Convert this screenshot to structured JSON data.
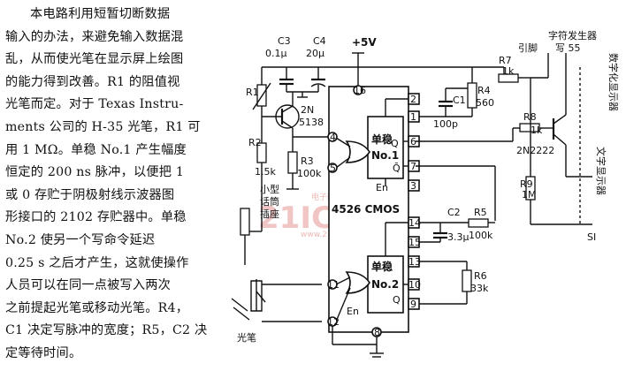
{
  "description": [
    "本电路利用短暂切断数据",
    "输入的办法，来避免输入数据混",
    "乱，从而使光笔在显示屏上绘图",
    "的能力得到改善。R1 的阻值视",
    "光笔而定。对于 Texas Instru-",
    "ments 公司的 H-35 光笔，R1 可",
    "用 1 MΩ。单稳 No.1 产生幅度",
    "恒定的 200 ns 脉冲，以便把 1",
    "或 0 存贮于阴极射线示波器图",
    "形接口的 2102 存贮器中。单稳",
    "No.2 使另一个写命令延迟",
    "0.25 s 之后才产生，这就使操作",
    "人员可以在同一点被写入两次",
    "之前提起光笔或移动光笔。R4，",
    "C1 决定写脉冲的宽度；R5，C2 决",
    "定等待时间。"
  ],
  "labels": {
    "c3": "C3",
    "c3v": "0.1μ",
    "c4": "C4",
    "c4v": "20μ",
    "vcc": "+5V",
    "r1": "R1",
    "q1": "2N",
    "q1b": "5138",
    "r2": "R2",
    "r2v": "1.5k",
    "r3": "R3",
    "r3v": "100k",
    "jack1": "小型",
    "jack2": "话筒",
    "jack3": "插座",
    "pen": "光笔",
    "ic": "4526 CMOS",
    "mono1a": "单稳",
    "mono1b": "No.1",
    "mono2a": "单稳",
    "mono2b": "No.2",
    "en1": "En",
    "en2": "En",
    "q1out": "Q",
    "q1bar": "Q̄",
    "q2out": "Q",
    "c1": "C1",
    "c1v": "100p",
    "r4": "R4",
    "r4v": "560",
    "c2": "C2",
    "c2v": "3.3μ",
    "r5": "R5",
    "r5v": "100k",
    "r6": "R6",
    "r6v": "33k",
    "r7": "R7",
    "r7v": "1k",
    "r8": "R8",
    "r8v": "1k",
    "r9": "R9",
    "r9v": "1M",
    "q2": "2N2222",
    "pin": "引脚",
    "chargen": "字符发生器",
    "write": "写 55",
    "disp1": "数字化显示器",
    "disp2": "文字显示器",
    "si": "SI",
    "p16": "16",
    "p1": "1",
    "p2": "2",
    "p3": "3",
    "p4": "4",
    "p5": "5",
    "p6": "6",
    "p7": "7",
    "p8": "8",
    "p9": "9",
    "p10": "10",
    "p11": "11",
    "p12": "12",
    "p13": "13",
    "p14": "14",
    "p15": "15"
  },
  "watermark": {
    "logo": "21IC",
    "line1": "电子网",
    "line2": "www.21ic.com"
  }
}
